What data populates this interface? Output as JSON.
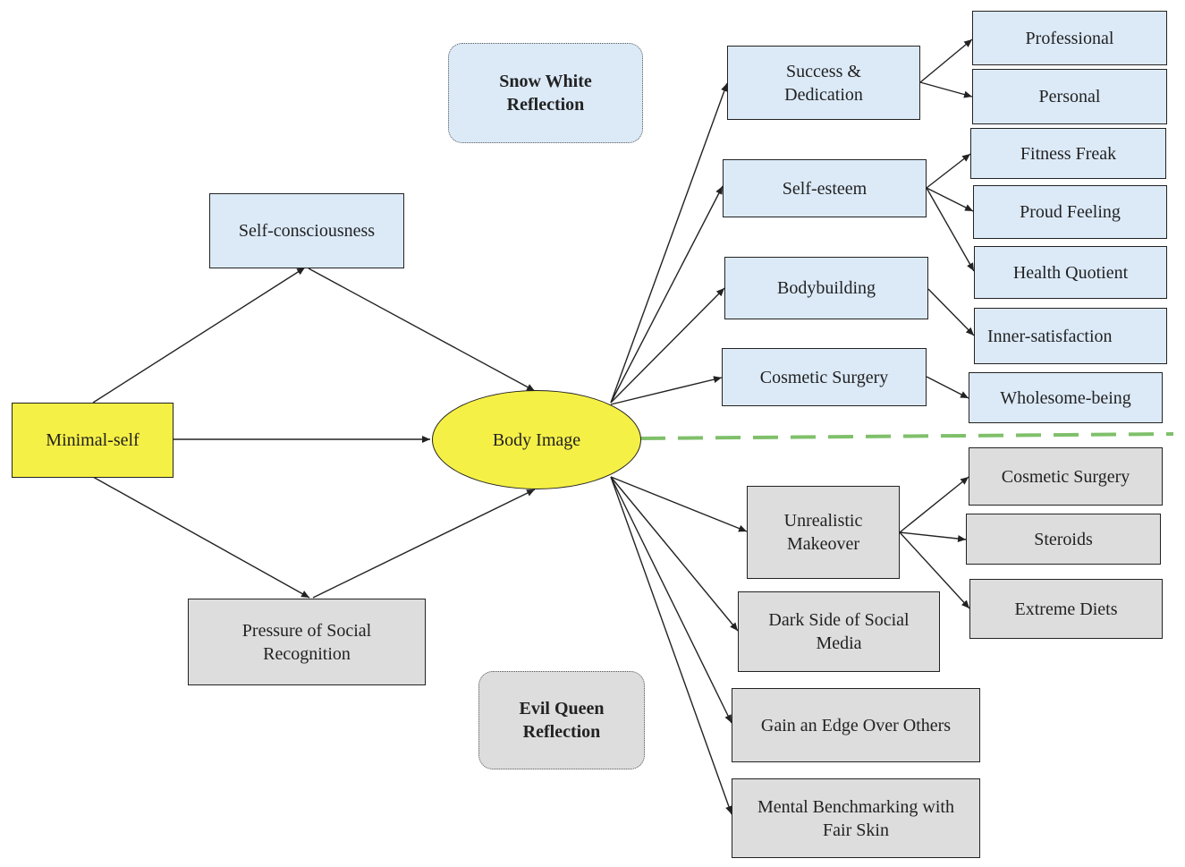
{
  "callouts": {
    "snow_white": "Snow White Reflection",
    "evil_queen": "Evil Queen Reflection"
  },
  "nodes": {
    "minimal_self": "Minimal-self",
    "self_consciousness": "Self-consciousness",
    "pressure_social": "Pressure of Social Recognition",
    "body_image": "Body Image",
    "success_dedication": "Success & Dedication",
    "self_esteem": "Self-esteem",
    "bodybuilding": "Bodybuilding",
    "cosmetic_surgery_pos": "Cosmetic Surgery",
    "professional": "Professional",
    "personal": "Personal",
    "fitness_freak": "Fitness Freak",
    "proud_feeling": "Proud Feeling",
    "health_quotient": "Health Quotient",
    "inner_satisfaction": "Inner-satisfaction",
    "wholesome_being": "Wholesome-being",
    "unrealistic_makeover": "Unrealistic Makeover",
    "dark_side_social": "Dark Side of Social Media",
    "gain_edge": "Gain an Edge Over Others",
    "mental_benchmarking": "Mental Benchmarking with Fair Skin",
    "cosmetic_surgery_neg": "Cosmetic Surgery",
    "steroids": "Steroids",
    "extreme_diets": "Extreme Diets"
  },
  "colors": {
    "positive_fill": "#dceaf8",
    "negative_fill": "#dddddd",
    "core_fill": "#f5f045",
    "divider": "#7fc06a"
  }
}
